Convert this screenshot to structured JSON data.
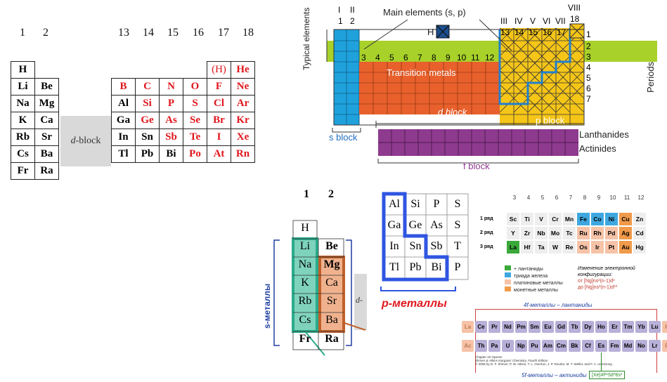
{
  "panel_a": {
    "group_numbers": [
      "1",
      "2",
      "13",
      "14",
      "15",
      "16",
      "17",
      "18"
    ],
    "rows": [
      [
        "H",
        "",
        "",
        "",
        "",
        "",
        "(H)",
        "He"
      ],
      [
        "Li",
        "Be",
        "B",
        "C",
        "N",
        "O",
        "F",
        "Ne"
      ],
      [
        "Na",
        "Mg",
        "Al",
        "Si",
        "P",
        "S",
        "Cl",
        "Ar"
      ],
      [
        "K",
        "Ca",
        "Ga",
        "Ge",
        "As",
        "Se",
        "Br",
        "Kr"
      ],
      [
        "Rb",
        "Sr",
        "In",
        "Sn",
        "Sb",
        "Te",
        "I",
        "Xe"
      ],
      [
        "Cs",
        "Ba",
        "Tl",
        "Pb",
        "Bi",
        "Po",
        "At",
        "Rn"
      ],
      [
        "Fr",
        "Ra",
        "",
        "",
        "",
        "",
        "",
        ""
      ]
    ],
    "dblock_label_italic": "d",
    "dblock_label_rest": "-block"
  },
  "panel_b": {
    "main_elements_label": "Main elements (s, p)",
    "typical_label": "Typical elements",
    "group_top": [
      "I",
      "II",
      "III",
      "IV",
      "V",
      "VI",
      "VII",
      "VIII"
    ],
    "group_nums_left": [
      "1",
      "2"
    ],
    "group_nums_right": [
      "13",
      "14",
      "15",
      "16",
      "17",
      "18"
    ],
    "h_label": "H",
    "transition_nums": [
      "3",
      "4",
      "5",
      "6",
      "7",
      "8",
      "9",
      "10",
      "11",
      "12"
    ],
    "transition_label": "Transition metals",
    "d_block_label": "d block",
    "p_block_label": "p block",
    "s_block_label": "s block",
    "f_block_label": "f block",
    "periods_label": "Periods",
    "period_nums": [
      "1",
      "2",
      "3",
      "4",
      "5",
      "6",
      "7"
    ],
    "lanthanides_label": "Lanthanides",
    "actinides_label": "Actinides",
    "colors": {
      "s": "#1fa1dc",
      "d": "#e8602c",
      "p": "#f5c518",
      "green": "#a8d12a",
      "f": "#8e3a8e"
    }
  },
  "panel_c": {
    "group_nums": [
      "1",
      "2"
    ],
    "col1": [
      "H",
      "Li",
      "Na",
      "K",
      "Rb",
      "Cs",
      "Fr"
    ],
    "col2": [
      "",
      "Be",
      "Mg",
      "Ca",
      "Sr",
      "Ba",
      "Ra"
    ],
    "s_label": "s-металлы",
    "d_partial": "d-"
  },
  "panel_p": {
    "rows": [
      [
        "Al",
        "Si",
        "P",
        "S"
      ],
      [
        "Ga",
        "Ge",
        "As",
        "S"
      ],
      [
        "In",
        "Sn",
        "Sb",
        "T"
      ],
      [
        "Tl",
        "Pb",
        "Bi",
        "P"
      ]
    ],
    "label": "p-металлы"
  },
  "panel_d": {
    "group_nums": [
      "3",
      "4",
      "5",
      "6",
      "7",
      "8",
      "9",
      "10",
      "11",
      "12"
    ],
    "row_labels": [
      "1 ряд",
      "2 ряд",
      "3 ряд"
    ],
    "rows": [
      [
        "Sc",
        "Ti",
        "V",
        "Cr",
        "Mn",
        "Fe",
        "Co",
        "Ni",
        "Cu",
        "Zn"
      ],
      [
        "Y",
        "Zr",
        "Nb",
        "Mo",
        "Tc",
        "Ru",
        "Rh",
        "Pd",
        "Ag",
        "Cd"
      ],
      [
        "La",
        "Hf",
        "Ta",
        "W",
        "Re",
        "Os",
        "Ir",
        "Pt",
        "Au",
        "Hg"
      ]
    ],
    "legend": [
      "+ лантаниды",
      "триада железа",
      "платиновые металлы",
      "монетные металлы"
    ],
    "legend_colors": [
      "#3aa83a",
      "#3fa7e0",
      "#f6c3a8",
      "#f09a4a"
    ],
    "note_title": "Изменение электронной конфигурации:",
    "note_line1": "от [Ng]ns²(n-1)d¹",
    "note_line2": "до [Ng]ns²(n-1)d¹⁰",
    "f4_label": "4f-металлы – лантаниды",
    "f5_label": "5f-металлы – актиниды",
    "lanthanides": [
      "La",
      "Ce",
      "Pr",
      "Nd",
      "Pm",
      "Sm",
      "Eu",
      "Gd",
      "Tb",
      "Dy",
      "Ho",
      "Er",
      "Tm",
      "Yb",
      "Lu",
      "Hf"
    ],
    "actinides": [
      "Ac",
      "Th",
      "Pa",
      "U",
      "Np",
      "Pu",
      "Am",
      "Cm",
      "Bk",
      "Cf",
      "Es",
      "Fm",
      "Md",
      "No",
      "Lr",
      "Rf"
    ],
    "credit1": "Chapter 22 Opener",
    "credit2": "Shriver & Atkins Inorganic Chemistry, Fourth Edition",
    "credit3": "© 2006 by D. F. Shriver, P. W. Atkins, T. L. Overton, J. P. Rourke, M. T. Weller, and F. A. Armstrong",
    "config_box": "[Xe]4f¹¹5d⁰6s²"
  }
}
